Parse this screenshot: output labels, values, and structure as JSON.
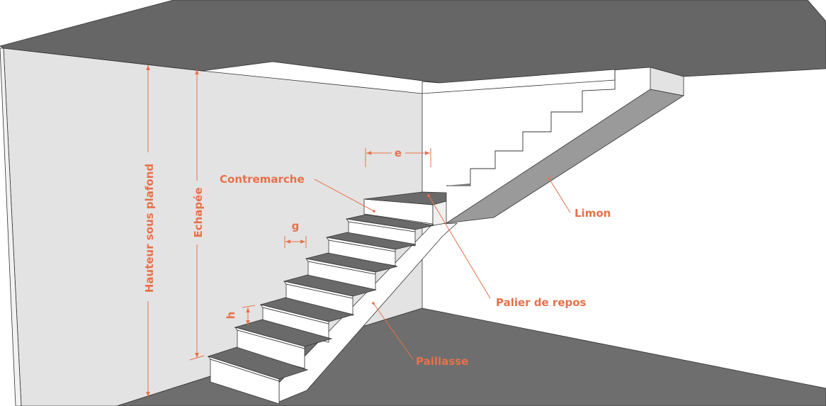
{
  "colors": {
    "accent": "#e8714a",
    "ceiling": "#666666",
    "floor": "#6e6e6e",
    "left_wall": "#e3e3e3",
    "tread": "#6a6a6a",
    "limon": "#9a9a9a"
  },
  "labels": {
    "contremarche": "Contremarche",
    "limon": "Limon",
    "palier": "Palier de repos",
    "paillasse": "Paillasse",
    "hauteur": "Hauteur sous plafond",
    "echapee": "Echapée",
    "e": "e",
    "g": "g",
    "h": "h"
  }
}
